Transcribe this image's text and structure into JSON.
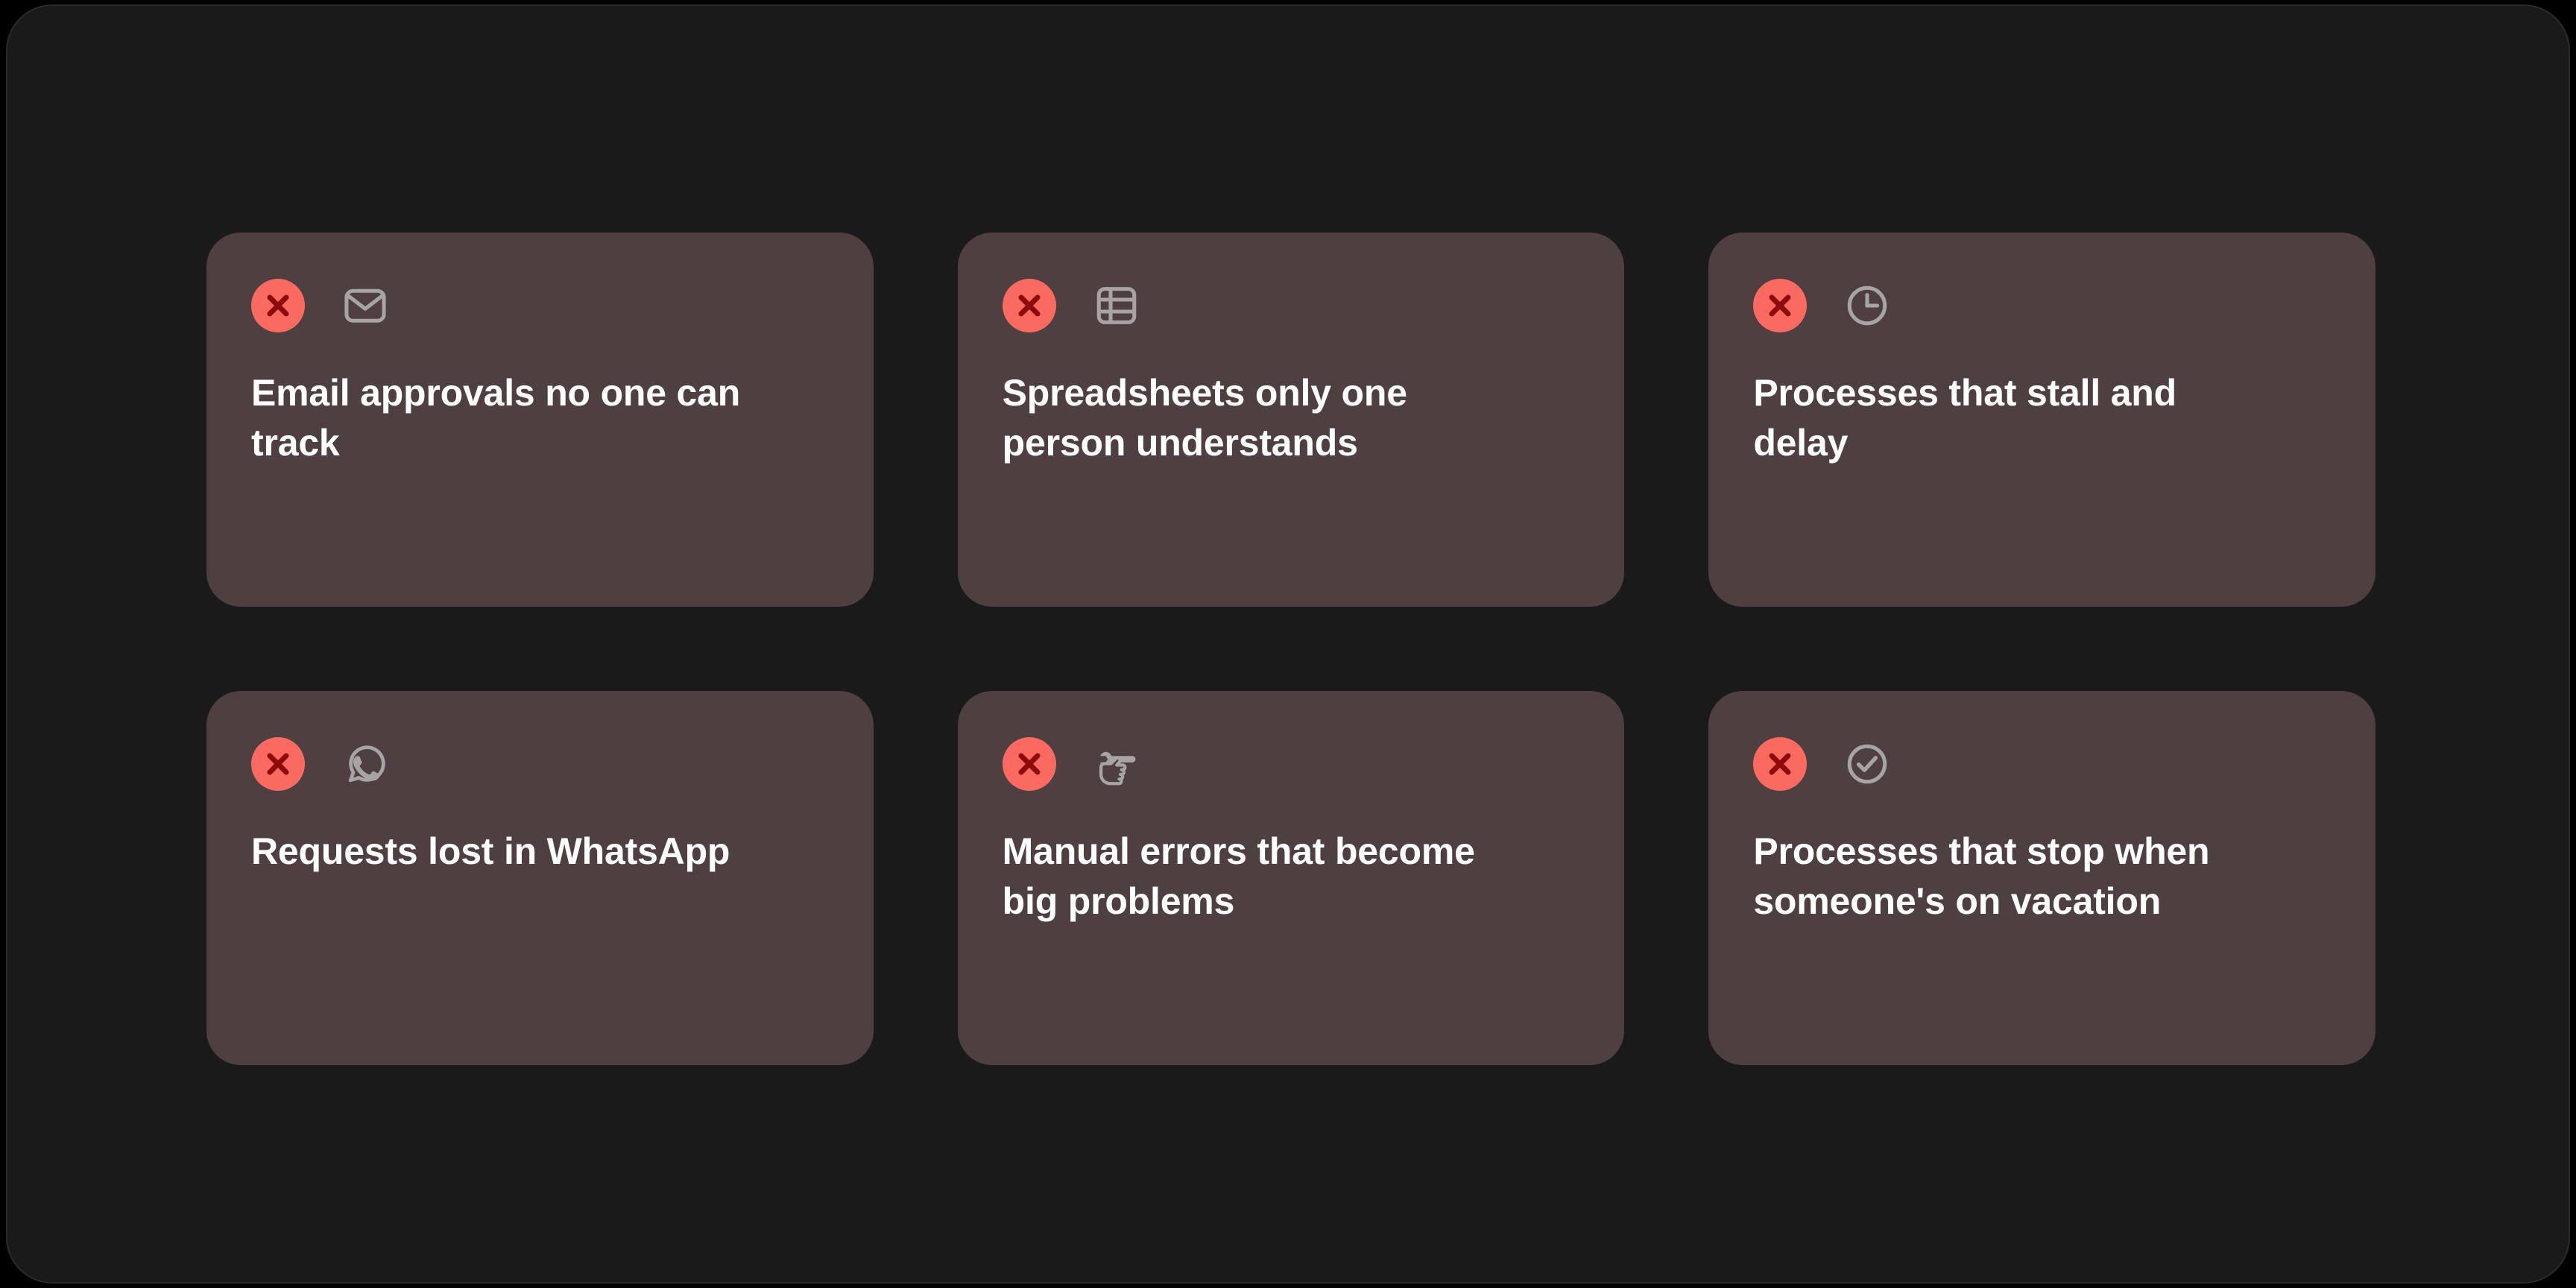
{
  "theme": {
    "page_background": "#000000",
    "panel_background": "#1a1a1a",
    "panel_border": "#2a2a2a",
    "card_background": "#4e4040",
    "badge_background": "#fb6a60",
    "badge_mark": "#8e0b0b",
    "icon_stroke": "#a9a4a4",
    "title_color": "#ffffff"
  },
  "cards": [
    {
      "id": "email-approvals",
      "status_icon": "x-circle-icon",
      "type_icon": "envelope-icon",
      "title": "Email approvals no one can track"
    },
    {
      "id": "spreadsheets",
      "status_icon": "x-circle-icon",
      "type_icon": "table-grid-icon",
      "title": "Spreadsheets only one person understands"
    },
    {
      "id": "stalled-processes",
      "status_icon": "x-circle-icon",
      "type_icon": "clock-icon",
      "title": "Processes that stall and delay"
    },
    {
      "id": "whatsapp-requests",
      "status_icon": "x-circle-icon",
      "type_icon": "whatsapp-icon",
      "title": "Requests lost in WhatsApp"
    },
    {
      "id": "manual-errors",
      "status_icon": "x-circle-icon",
      "type_icon": "hand-wrench-icon",
      "title": "Manual errors that become big problems"
    },
    {
      "id": "vacation-blocked",
      "status_icon": "x-circle-icon",
      "type_icon": "check-circle-icon",
      "title": "Processes that stop when someone's on vacation"
    }
  ]
}
